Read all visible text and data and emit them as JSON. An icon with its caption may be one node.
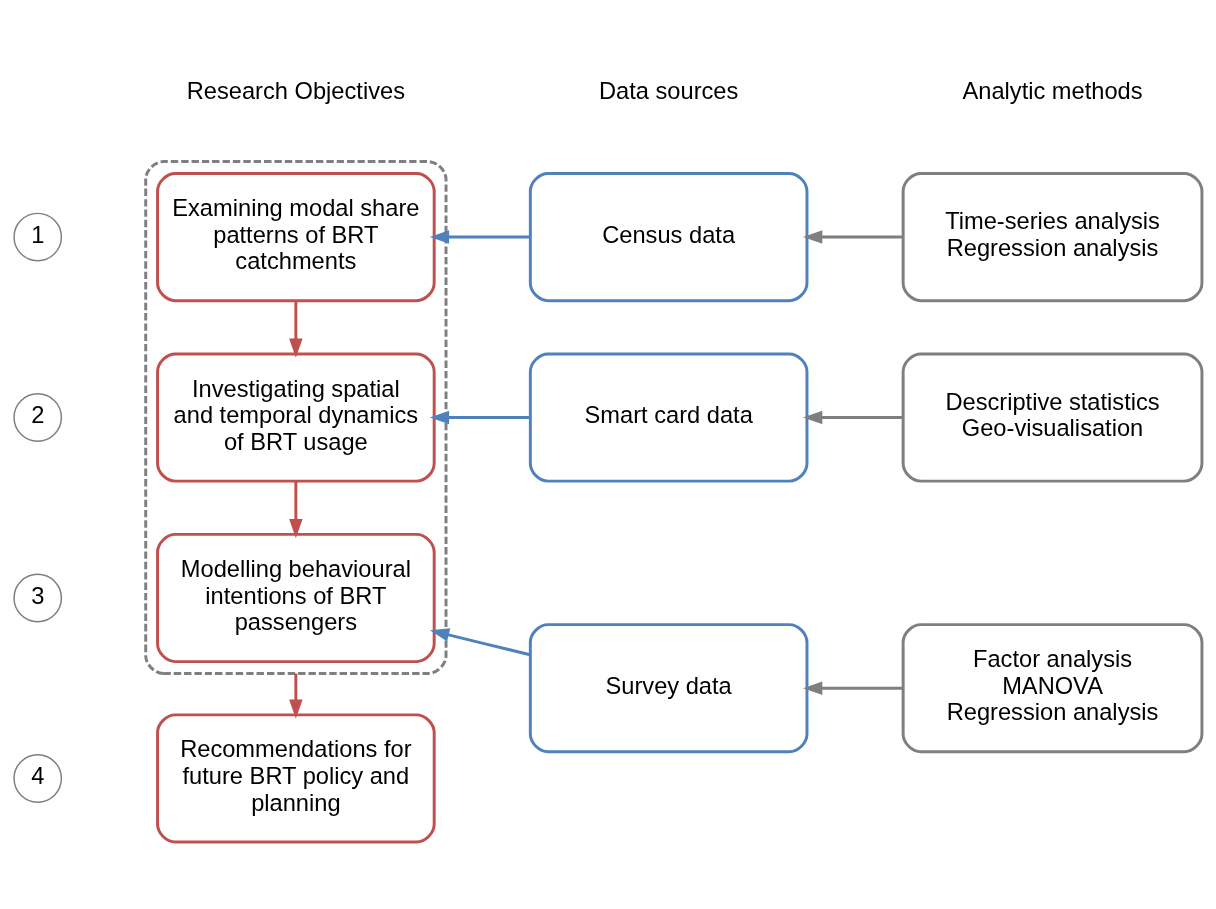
{
  "diagram": {
    "nodes": [
      {
        "text": [],
        "shape": "box"
      },
      {
        "text": [
          "Examining modal share patterns of BRT catchments"
        ],
        "in": 0
      },
      {
        "text": [
          "Investigating spatial and temporal dynamics of BRT usage"
        ],
        "in": 0
      },
      {
        "text": [
          "Modelling behavioural intentions of BRT passengers"
        ],
        "in": 0
      },
      {
        "text": [
          "Recommendations for future BRT policy and planning"
        ]
      },
      {
        "text": [
          "Census data"
        ]
      },
      {
        "text": [
          "Smart card data"
        ]
      },
      {
        "text": [
          "Survey data"
        ]
      },
      {
        "text": [
          "Time-series analysis",
          "Regression analysis"
        ]
      },
      {
        "text": [
          "Descriptive statistics",
          "Geo-visualisation"
        ]
      },
      {
        "text": [
          "Factor analysis",
          "MANOVA",
          "Regression analysis"
        ]
      },
      {
        "text": [
          "1"
        ]
      },
      {
        "text": [
          "2"
        ]
      },
      {
        "text": [
          "3"
        ]
      },
      {
        "text": [
          "4"
        ]
      }
    ],
    "edges": [
      {
        "from": 1,
        "to": 2,
        "arrow": "to",
        "color": "#c0504d"
      },
      {
        "from": 2,
        "to": 3,
        "arrow": "to",
        "color": "#c0504d"
      },
      {
        "from": 0,
        "to": 4,
        "arrow": "to",
        "color": "#c0504d"
      },
      {
        "from": 5,
        "to": 1,
        "arrow": "to",
        "color": "#4f81bd"
      },
      {
        "from": 6,
        "to": 2,
        "arrow": "to",
        "color": "#4f81bd"
      },
      {
        "from": 7,
        "to": 3,
        "arrow": "to",
        "color": "#4f81bd"
      },
      {
        "from": 8,
        "to": 5,
        "arrow": "to",
        "color": "#7f7f7f"
      },
      {
        "from": 9,
        "to": 6,
        "arrow": "to",
        "color": "#7f7f7f"
      },
      {
        "from": 10,
        "to": 7,
        "arrow": "to",
        "color": "#7f7f7f"
      }
    ],
    "labels": [
      "Research Objectives",
      "Data sources",
      "Analytic methods"
    ]
  }
}
